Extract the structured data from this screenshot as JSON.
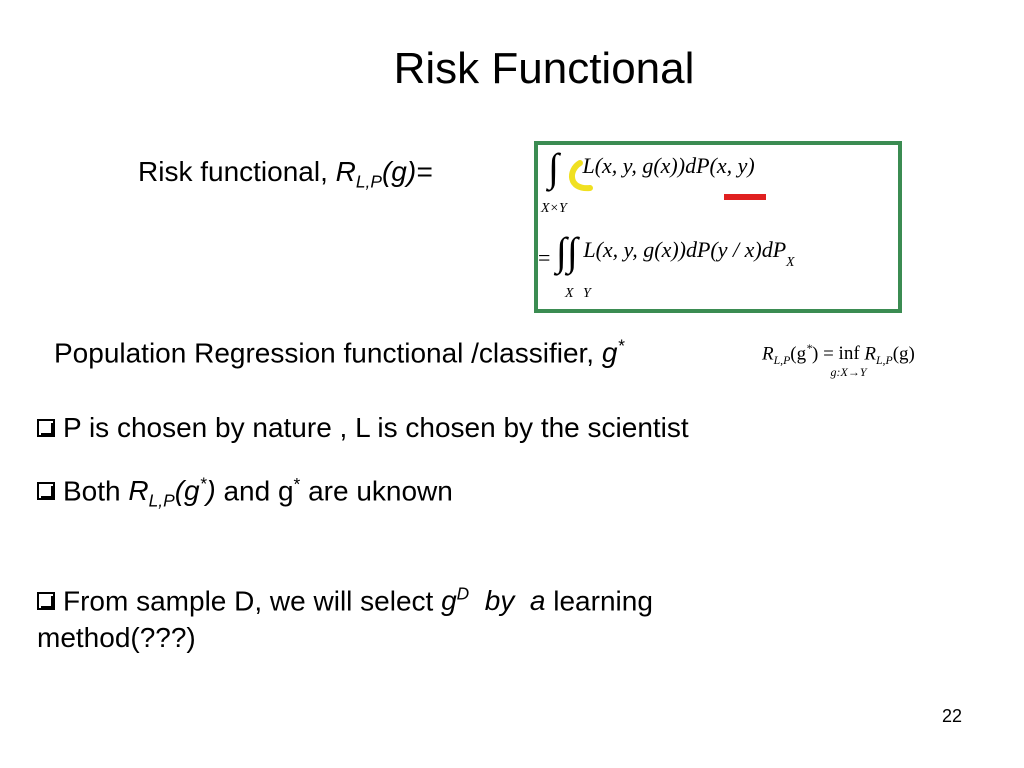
{
  "slide": {
    "title": "Risk Functional",
    "page_number": "22"
  },
  "risk_label": {
    "text": "Risk functional, ",
    "symbol": "R",
    "subscript": "L,P",
    "argument": "(g)=",
    "colors": {
      "box_border": "#3b8c52",
      "highlight_yellow": "#f0e020",
      "highlight_red": "#e02020"
    }
  },
  "formula_1": {
    "lower_limit": "X×Y",
    "integrand": "L(x, y, g(x))dP(x, y)"
  },
  "formula_2": {
    "prefix": "=",
    "limit_1": "X",
    "limit_2": "Y",
    "integrand": "L(x, y, g(x))dP(y / x)dP",
    "integrand_subscript": "X"
  },
  "population": {
    "text": "Population Regression functional /classifier, ",
    "symbol": "g",
    "superscript": "*",
    "formula_lhs": "R",
    "formula_lhs_sub": "L,P",
    "formula_lhs_arg_open": "(g",
    "formula_lhs_arg_sup": "*",
    "formula_lhs_arg_close": ") = ",
    "inf": "inf",
    "inf_sub": "g:X→Y",
    "formula_rhs": "R",
    "formula_rhs_sub": "L,P",
    "formula_rhs_arg": "(g)"
  },
  "bullets": [
    {
      "text": "P is chosen by nature , L is chosen by the scientist"
    },
    {
      "prefix": "Both ",
      "symbol": "R",
      "subscript": "L,P",
      "arg_open": "(g",
      "arg_sup": "*",
      "arg_close": ")",
      "middle": " and g",
      "middle_sup": "*",
      "suffix": " are uknown"
    },
    {
      "prefix": "From sample D, we will select ",
      "symbol": "g",
      "superscript": "D",
      "italic_text": "  by  a",
      "suffix_line1": " learning",
      "line2": "method(???)"
    }
  ]
}
